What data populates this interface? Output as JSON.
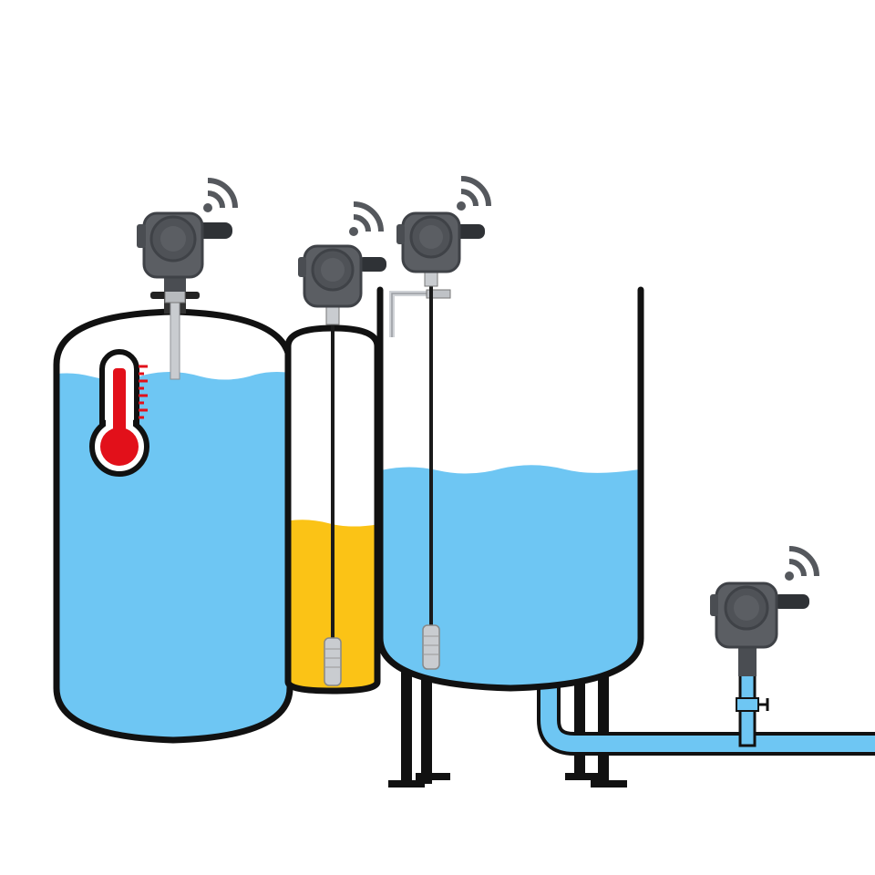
{
  "scene": {
    "background": "#ffffff",
    "colors": {
      "water": "#6ec6f3",
      "oil": "#fbc316",
      "outline": "#111111",
      "transmitter_body": "#5b5e63",
      "transmitter_dark": "#3f4247",
      "wifi": "#55585d",
      "thermo_red": "#e2101a",
      "probe_metal": "#c9ccd0"
    },
    "components": [
      {
        "id": "tank-large-vertical",
        "kind": "closed vertical tank",
        "contents": "water",
        "fill_level": 0.9
      },
      {
        "id": "tank-narrow-column",
        "kind": "narrow vertical vessel",
        "contents": "oil",
        "fill_level": 0.47
      },
      {
        "id": "tank-open-top",
        "kind": "open-top tank on legs",
        "contents": "water",
        "fill_level": 0.55
      },
      {
        "id": "outlet-pipe",
        "kind": "horizontal pipe",
        "contents": "water"
      }
    ],
    "transmitters": [
      {
        "id": "temperature-transmitter",
        "probe": "rod",
        "wireless": true
      },
      {
        "id": "submersible-level-transmitter-1",
        "probe": "cable",
        "wireless": true
      },
      {
        "id": "submersible-level-transmitter-2",
        "probe": "cable",
        "wireless": true
      },
      {
        "id": "pipe-pressure-transmitter",
        "probe": "valve",
        "wireless": true
      }
    ],
    "icons": [
      "thermometer-icon",
      "wifi-icon"
    ]
  }
}
